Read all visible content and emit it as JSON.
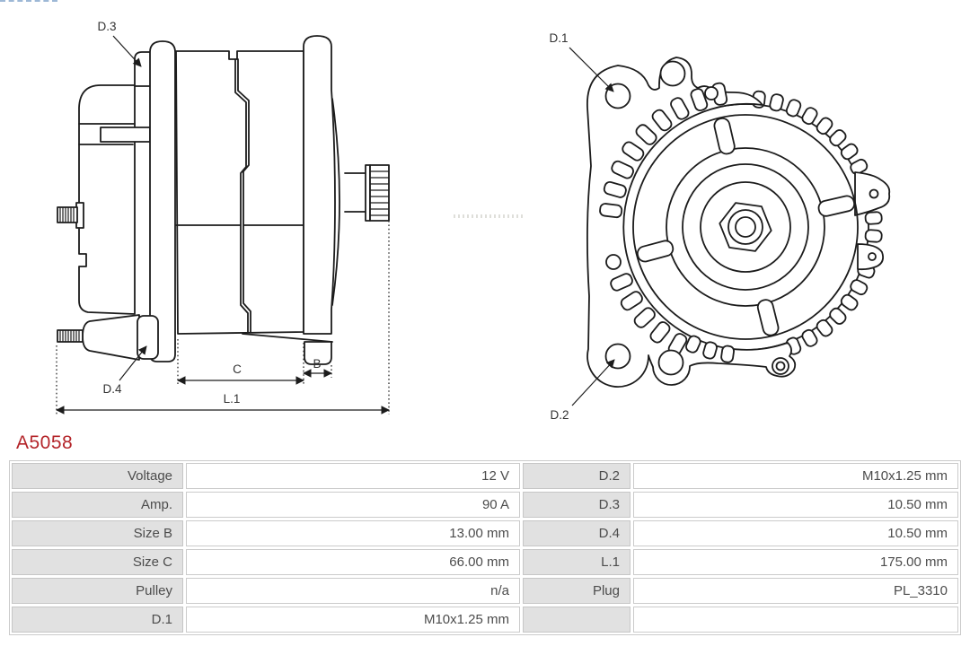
{
  "header": {
    "part_number": "A5058"
  },
  "colors": {
    "accent_red": "#b4252a",
    "line_color": "#1c1c1c",
    "table_label_bg": "#e1e1e1",
    "table_border": "#cbcbcb",
    "table_text": "#4c4c4c"
  },
  "side_view": {
    "callout_d3": "D.3",
    "callout_d4": "D.4",
    "dim_c": "C",
    "dim_b": "B",
    "dim_l1": "L.1"
  },
  "rear_view": {
    "callout_d1": "D.1",
    "callout_d2": "D.2"
  },
  "spec_table": {
    "rows": [
      {
        "label_left": "Voltage",
        "value_left": "12 V",
        "label_right": "D.2",
        "value_right": "M10x1.25 mm"
      },
      {
        "label_left": "Amp.",
        "value_left": "90 A",
        "label_right": "D.3",
        "value_right": "10.50 mm"
      },
      {
        "label_left": "Size B",
        "value_left": "13.00 mm",
        "label_right": "D.4",
        "value_right": "10.50 mm"
      },
      {
        "label_left": "Size C",
        "value_left": "66.00 mm",
        "label_right": "L.1",
        "value_right": "175.00 mm"
      },
      {
        "label_left": "Pulley",
        "value_left": "n/a",
        "label_right": "Plug",
        "value_right": "PL_3310"
      },
      {
        "label_left": "D.1",
        "value_left": "M10x1.25 mm",
        "label_right": "",
        "value_right": ""
      }
    ]
  }
}
